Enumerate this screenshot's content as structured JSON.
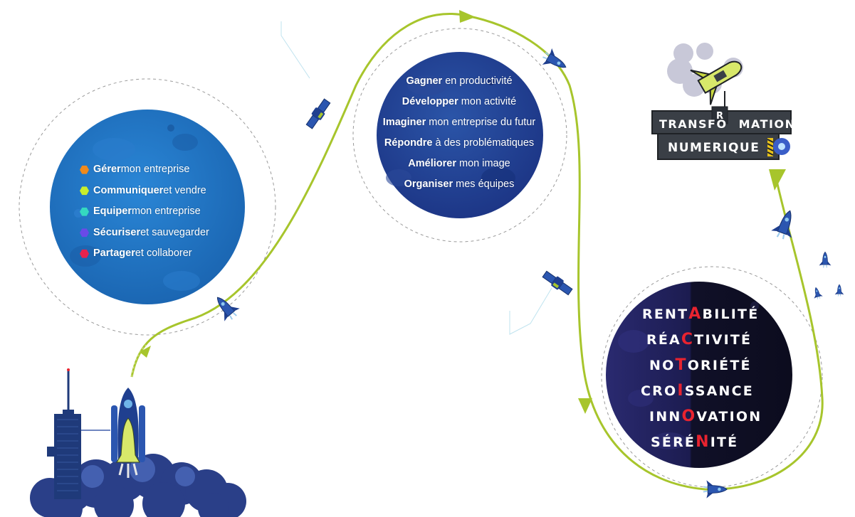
{
  "colors": {
    "path_green": "#a7c52c",
    "planet_blue": "#1f74c4",
    "planet_navy": "#1f3f8f",
    "planet_dark": "#12123a",
    "accent_red": "#e8232f",
    "sign_dark": "#3a3f46"
  },
  "left_planet": {
    "items": [
      {
        "bold": "Gérer",
        "rest": " mon entreprise",
        "bullet_color": "#f08a1c"
      },
      {
        "bold": "Communiquer",
        "rest": " et vendre",
        "bullet_color": "#c9ee2c"
      },
      {
        "bold": "Equiper",
        "rest": " mon entreprise",
        "bullet_color": "#35d9c0"
      },
      {
        "bold": "Sécuriser",
        "rest": " et sauvegarder",
        "bullet_color": "#6a4ae8"
      },
      {
        "bold": "Partager",
        "rest": " et collaborer",
        "bullet_color": "#e8234d"
      }
    ]
  },
  "middle_planet": {
    "items": [
      {
        "bold": "Gagner",
        "rest": " en productivité"
      },
      {
        "bold": "Développer",
        "rest": " mon activité"
      },
      {
        "bold": "Imaginer",
        "rest": " mon entreprise du futur"
      },
      {
        "bold": "Répondre",
        "rest": " à des problématiques"
      },
      {
        "bold": "Améliorer",
        "rest": " mon image"
      },
      {
        "bold": "Organiser",
        "rest": " mes équipes"
      }
    ]
  },
  "right_planet": {
    "words": [
      {
        "pre": "RENT",
        "letter": "A",
        "post": "BILITÉ",
        "indent": 22
      },
      {
        "pre": "RÉA",
        "letter": "C",
        "post": "TIVITÉ",
        "indent": 28
      },
      {
        "pre": "NO",
        "letter": "T",
        "post": "ORIÉTÉ",
        "indent": 32
      },
      {
        "pre": "CRO",
        "letter": "I",
        "post": "SSANCE",
        "indent": 20
      },
      {
        "pre": "INN",
        "letter": "O",
        "post": "VATION",
        "indent": 32
      },
      {
        "pre": "SÉRÉ",
        "letter": "N",
        "post": "ITÉ",
        "indent": 34
      }
    ]
  },
  "sign": {
    "line1_pre": "TRANSFO",
    "line1_post": "MATION",
    "raised_letter": "R",
    "line2": "NUMERIQUE"
  },
  "icons": [
    "rocket-launch-icon",
    "launch-tower-icon",
    "smoke-cloud-icon",
    "shuttle-icon",
    "satellite-icon",
    "galaxy-icon"
  ]
}
